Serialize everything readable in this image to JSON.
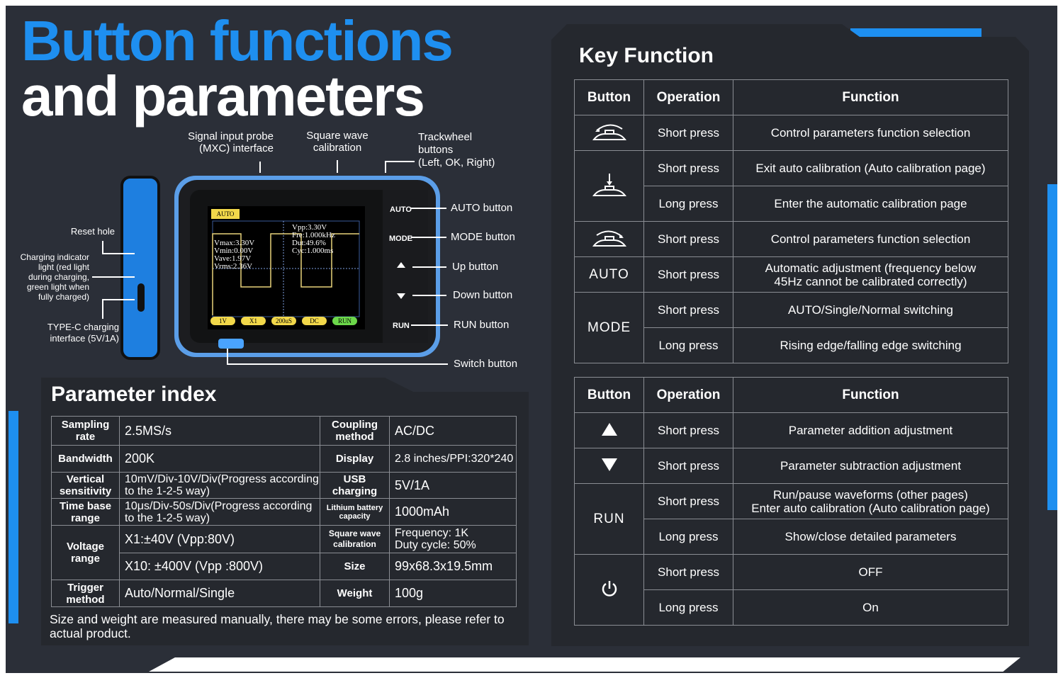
{
  "title": {
    "line1": "Button functions",
    "line2": "and parameters"
  },
  "device": {
    "callouts": {
      "probe": "Signal input probe\n(MXC) interface",
      "square": "Square wave\ncalibration",
      "trackwheel": "Trackwheel\nbuttons\n(Left, OK, Right)",
      "auto": "AUTO button",
      "mode": "MODE button",
      "up": "Up button",
      "down": "Down button",
      "run": "RUN button",
      "switch": "Switch button",
      "reset": "Reset hole",
      "charging": "Charging indicator\nlight (red light\nduring charging,\ngreen light when\nfully charged)",
      "typec": "TYPE-C charging\ninterface (5V/1A)"
    },
    "buttons": {
      "auto": "AUTO",
      "mode": "MODE",
      "run": "RUN"
    },
    "screen": {
      "mode": "AUTO",
      "left": [
        "Vmax:3.30V",
        "Vmin:0.00V",
        "Vave:1.97V",
        "Vrms:2.36V"
      ],
      "right": [
        "Vpp:3.30V",
        "Fre:1.000kHz",
        "Dut:49.6%",
        "Cyc:1.000ms"
      ],
      "chips": [
        "1V",
        "X1",
        "200uS",
        "DC",
        "RUN"
      ]
    }
  },
  "param": {
    "title": "Parameter index",
    "rows": [
      {
        "k1": "Sampling rate",
        "v1": "2.5MS/s",
        "k2": "Coupling method",
        "v2": "AC/DC"
      },
      {
        "k1": "Bandwidth",
        "v1": "200K",
        "k2": "Display",
        "v2": "2.8 inches/PPI:320*240"
      },
      {
        "k1": "Vertical sensitivity",
        "v1": "10mV/Div-10V/Div(Progress according to the 1-2-5 way)",
        "k2": "USB charging",
        "v2": "5V/1A"
      },
      {
        "k1": "Time base range",
        "v1": "10μs/Div-50s/Div(Progress according to the 1-2-5 way)",
        "k2": "Lithium battery capacity",
        "v2": "1000mAh"
      },
      {
        "k1": "Voltage range",
        "v1": "X1:±40V (Vpp:80V)",
        "k2": "Square wave calibration",
        "v2": "Frequency: 1K\nDuty cycle: 50%"
      },
      {
        "v1": "X10: ±400V (Vpp :800V)",
        "k2": "Size",
        "v2": "99x68.3x19.5mm"
      },
      {
        "k1": "Trigger method",
        "v1": "Auto/Normal/Single",
        "k2": "Weight",
        "v2": "100g"
      }
    ],
    "note": "Size and weight are measured manually, there may be some errors, please refer to actual product."
  },
  "keys": {
    "title": "Key Function",
    "headers": [
      "Button",
      "Operation",
      "Function"
    ],
    "t1": [
      {
        "op": "Short press",
        "fn": "Control parameters function selection"
      },
      {
        "op": "Short press",
        "fn": "Exit auto calibration (Auto calibration page)"
      },
      {
        "op": "Long press",
        "fn": "Enter the automatic calibration page"
      },
      {
        "op": "Short press",
        "fn": "Control parameters function selection"
      },
      {
        "btn": "AUTO",
        "op": "Short press",
        "fn": "Automatic adjustment (frequency below 45Hz cannot be calibrated correctly)"
      },
      {
        "btn": "MODE",
        "op": "Short press",
        "fn": "AUTO/Single/Normal switching"
      },
      {
        "op": "Long press",
        "fn": "Rising edge/falling edge switching"
      }
    ],
    "t2": [
      {
        "op": "Short press",
        "fn": "Parameter addition adjustment"
      },
      {
        "op": "Short press",
        "fn": "Parameter subtraction adjustment"
      },
      {
        "btn": "RUN",
        "op": "Short press",
        "fn": "Run/pause waveforms (other pages)\nEnter auto calibration (Auto calibration page)"
      },
      {
        "op": "Long press",
        "fn": "Show/close detailed parameters"
      },
      {
        "op": "Short press",
        "fn": "OFF"
      },
      {
        "op": "Long press",
        "fn": "On"
      }
    ]
  },
  "colors": {
    "accent": "#1e8ff0",
    "bg": "#2b2f38"
  }
}
